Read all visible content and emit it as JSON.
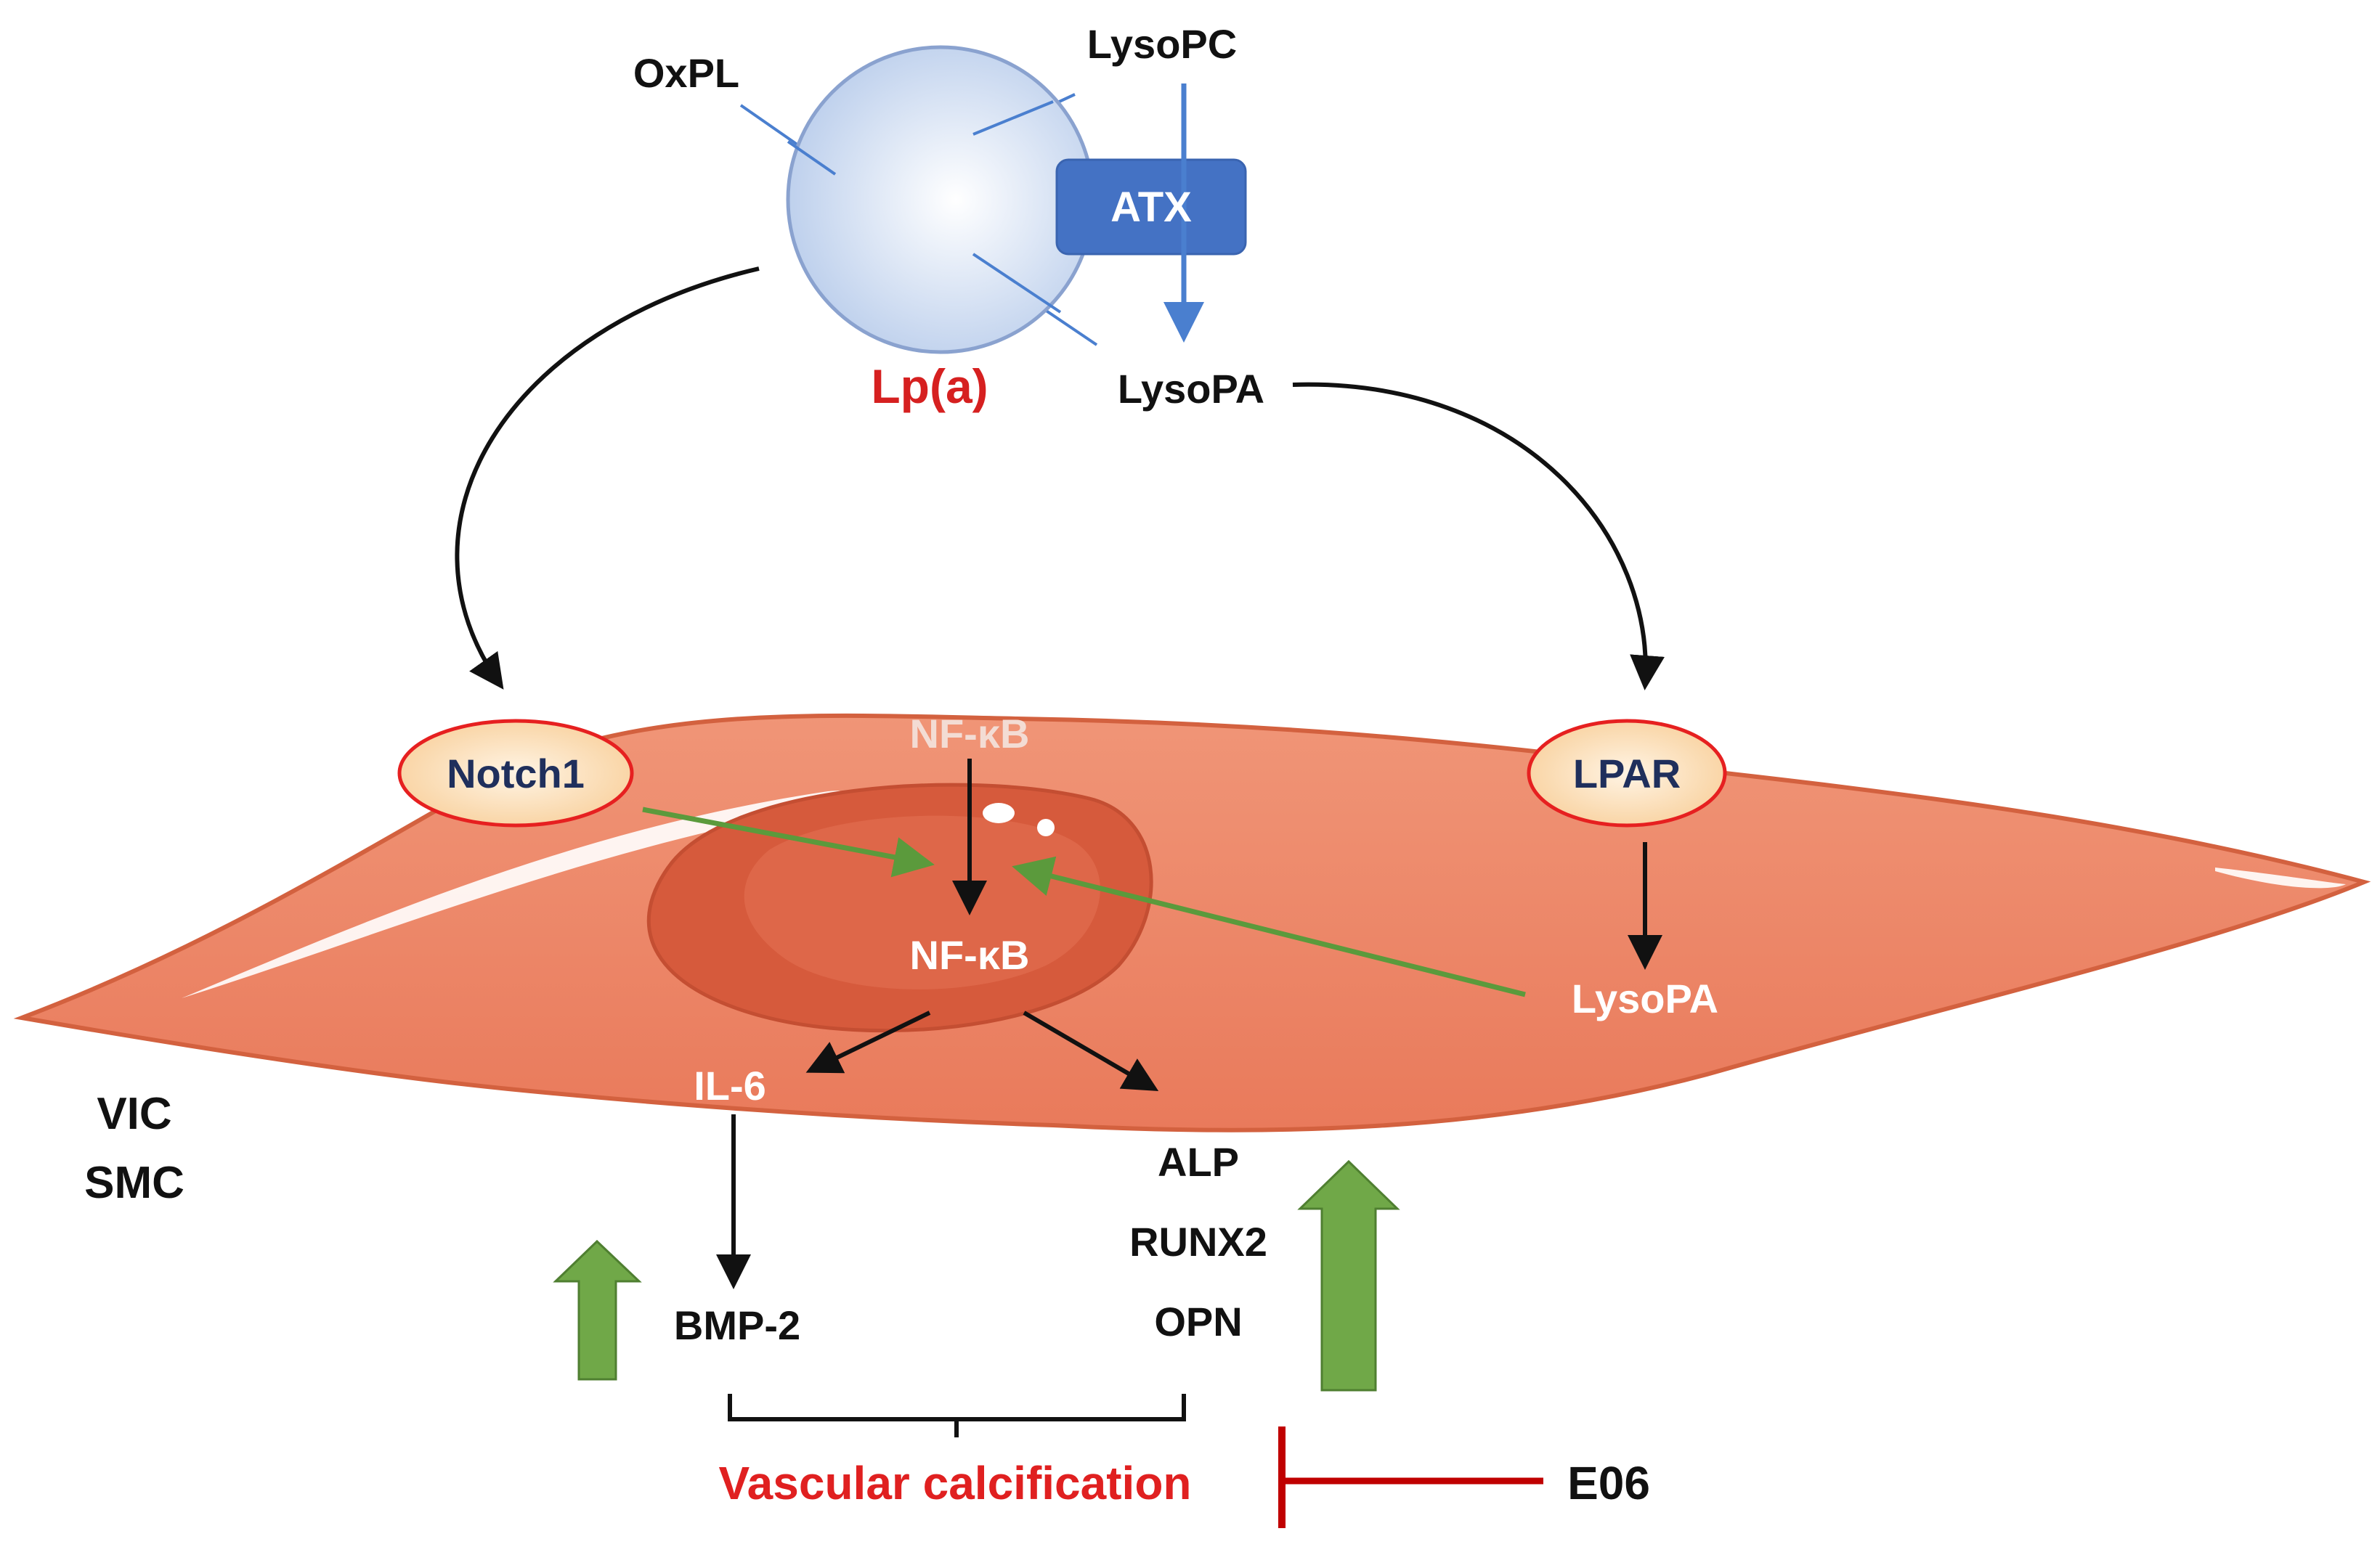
{
  "labels": {
    "oxpl": "OxPL",
    "lysopc": "LysoPC",
    "atx": "ATX",
    "lpa_label": "Lp(a)",
    "lysopa_top": "LysoPA",
    "notch1": "Notch1",
    "lpar": "LPAR",
    "nfkb_top": "NF-κB",
    "nfkb_nucleus": "NF-κB",
    "lysopa_cell": "LysoPA",
    "il6": "IL-6",
    "alp": "ALP",
    "runx2": "RUNX2",
    "opn": "OPN",
    "bmp2": "BMP-2",
    "vic": "VIC",
    "smc": "SMC",
    "vascular_calcification": "Vascular calcification",
    "e06": "E06"
  },
  "colors": {
    "cell_body": "#ee8466",
    "cell_outline": "#cf5b3c",
    "nucleus": "#d9593b",
    "nucleus_inner": "#e2674a",
    "lipoprotein": "#c9d9f2",
    "enzyme_box": "#4472c4",
    "blue_line": "#4a7fcf",
    "receptor_fill": "#fde0b8",
    "receptor_outline": "#e62020",
    "notch_text": "#1f2f5c",
    "red_text": "#d62020",
    "green_arrow": "#5b9a3c",
    "green_block_arrow": "#70a848",
    "inhibitor_red": "#c00000",
    "black": "#111111",
    "white_text": "#ffffff",
    "nfkb_top_text": "#f3dcd4"
  }
}
